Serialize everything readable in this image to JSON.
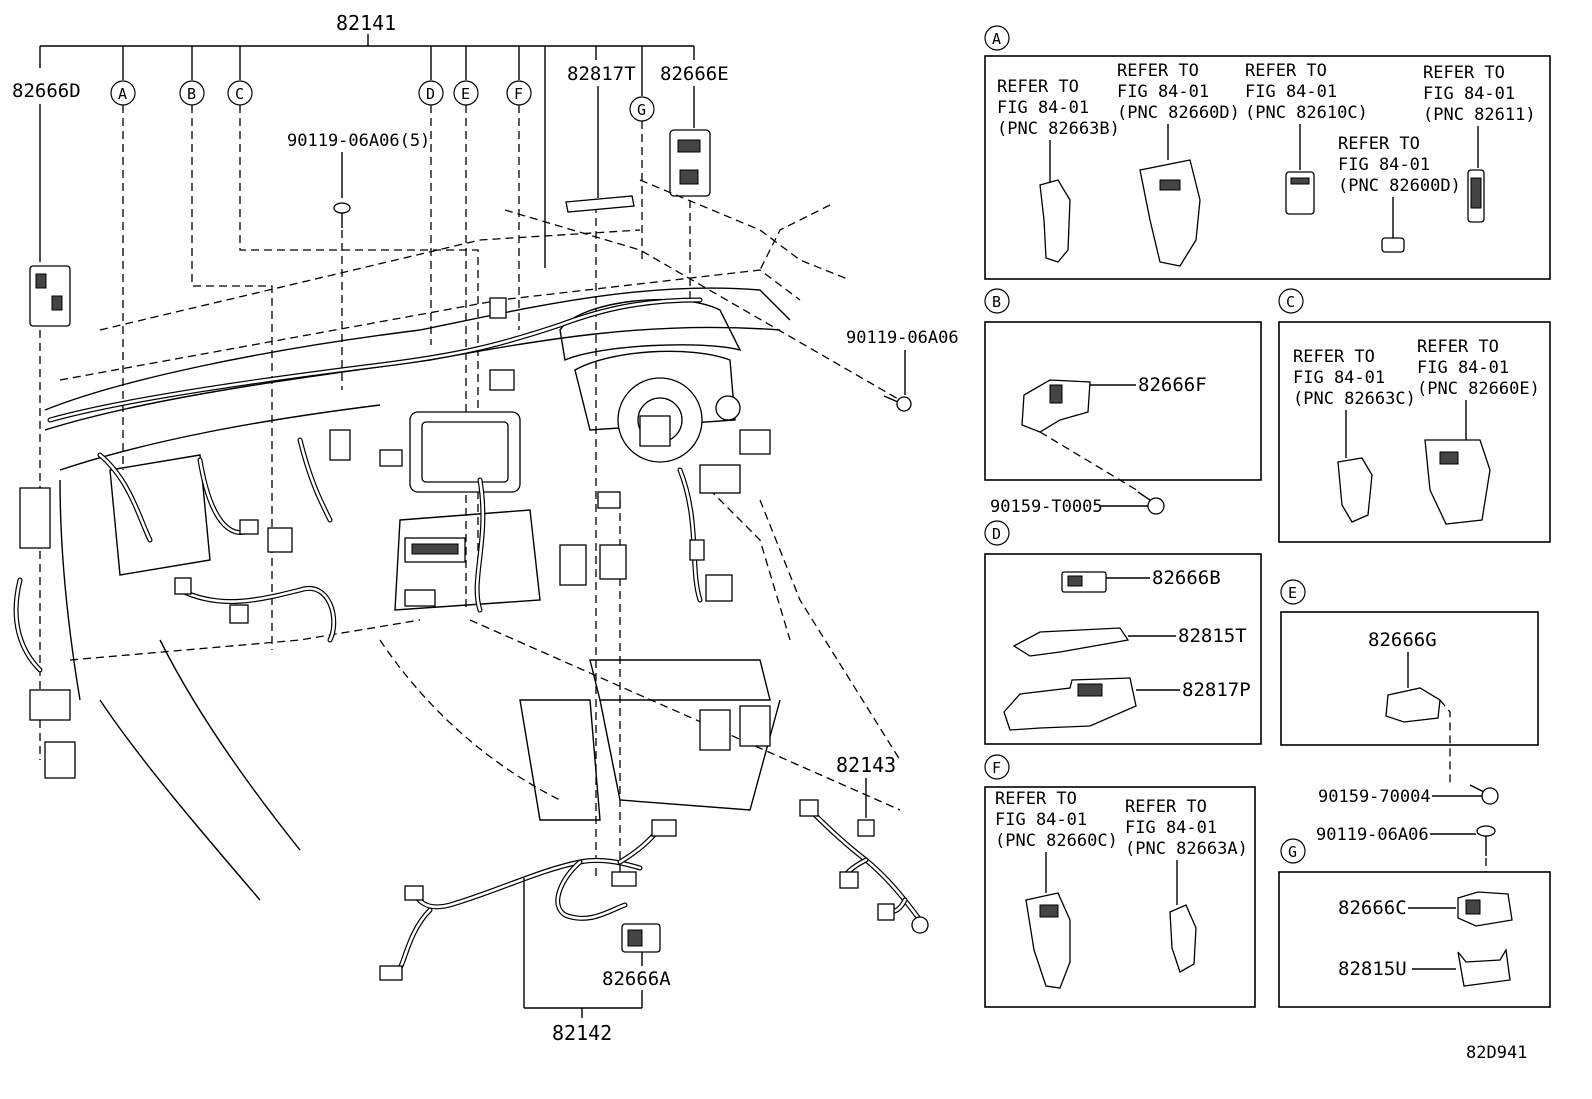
{
  "main": {
    "top_harness": "82141",
    "harness_lower": "82142",
    "harness_right": "82143",
    "connectors": {
      "d": "82666D",
      "e": "82666E",
      "a": "82666A",
      "t817": "82817T"
    },
    "bolts": {
      "b5": "90119-06A06(5)",
      "b1": "90119-06A06"
    },
    "callouts": [
      "A",
      "B",
      "C",
      "D",
      "E",
      "F",
      "G"
    ],
    "fig_code": "82D941"
  },
  "panels": {
    "A": {
      "letter": "A",
      "items": [
        {
          "l1": "REFER TO",
          "l2": "FIG 84-01",
          "l3": "(PNC 82663B)"
        },
        {
          "l1": "REFER TO",
          "l2": "FIG 84-01",
          "l3": "(PNC 82660D)"
        },
        {
          "l1": "REFER TO",
          "l2": "FIG 84-01",
          "l3": "(PNC 82610C)"
        },
        {
          "l1": "REFER TO",
          "l2": "FIG 84-01",
          "l3": "(PNC 82600D)"
        },
        {
          "l1": "REFER TO",
          "l2": "FIG 84-01",
          "l3": "(PNC 82611)"
        }
      ]
    },
    "B": {
      "letter": "B",
      "part": "82666F",
      "bolt": "90159-T0005"
    },
    "C": {
      "letter": "C",
      "items": [
        {
          "l1": "REFER TO",
          "l2": "FIG 84-01",
          "l3": "(PNC 82663C)"
        },
        {
          "l1": "REFER TO",
          "l2": "FIG 84-01",
          "l3": "(PNC 82660E)"
        }
      ]
    },
    "D": {
      "letter": "D",
      "parts": [
        "82666B",
        "82815T",
        "82817P"
      ]
    },
    "E": {
      "letter": "E",
      "part": "82666G",
      "bolt": "90159-70004"
    },
    "F": {
      "letter": "F",
      "items": [
        {
          "l1": "REFER TO",
          "l2": "FIG 84-01",
          "l3": "(PNC 82660C)"
        },
        {
          "l1": "REFER TO",
          "l2": "FIG 84-01",
          "l3": "(PNC 82663A)"
        }
      ]
    },
    "G": {
      "letter": "G",
      "bolt": "90119-06A06",
      "parts": [
        "82666C",
        "82815U"
      ]
    }
  }
}
